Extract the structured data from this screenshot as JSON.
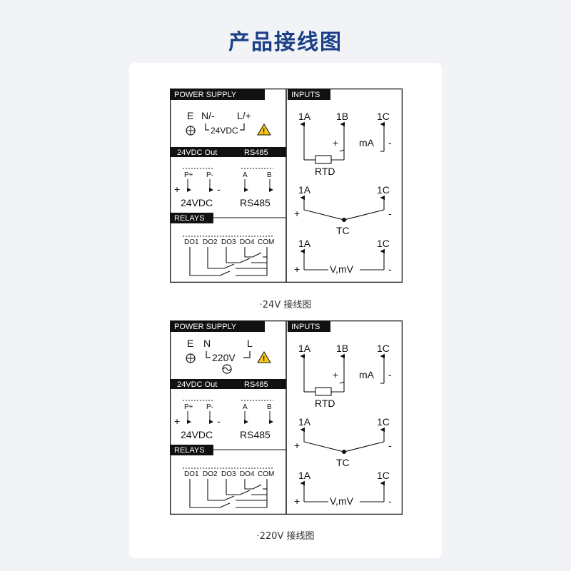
{
  "page_title": "产品接线图",
  "diagrams": [
    {
      "caption": "·24V 接线图",
      "power_header": "POWER SUPPLY",
      "inputs_header": "INPUTS",
      "out_header": "24VDC Out",
      "rs485_header": "RS485",
      "relays_header": "RELAYS",
      "terminal_e": "E",
      "terminal_n": "N/-",
      "terminal_l": "L/+",
      "supply_label": "24VDC",
      "p_plus": "P+",
      "p_minus": "P-",
      "plus": "+",
      "minus": "-",
      "term_a": "A",
      "term_b": "B",
      "out_label": "24VDC",
      "rs485_label": "RS485",
      "relays": [
        "DO1",
        "DO2",
        "DO3",
        "DO4",
        "COM"
      ],
      "in_1a": "1A",
      "in_1b": "1B",
      "in_1c": "1C",
      "ma": "mA",
      "rtd": "RTD",
      "tc": "TC",
      "vmv": "V,mV"
    },
    {
      "caption": "·220V 接线图",
      "power_header": "POWER SUPPLY",
      "inputs_header": "INPUTS",
      "out_header": "24VDC Out",
      "rs485_header": "RS485",
      "relays_header": "RELAYS",
      "terminal_e": "E",
      "terminal_n": "N",
      "terminal_l": "L",
      "supply_label": "220V",
      "p_plus": "P+",
      "p_minus": "P-",
      "plus": "+",
      "minus": "-",
      "term_a": "A",
      "term_b": "B",
      "out_label": "24VDC",
      "rs485_label": "RS485",
      "relays": [
        "DO1",
        "DO2",
        "DO3",
        "DO4",
        "COM"
      ],
      "in_1a": "1A",
      "in_1b": "1B",
      "in_1c": "1C",
      "ma": "mA",
      "rtd": "RTD",
      "tc": "TC",
      "vmv": "V,mV"
    }
  ],
  "colors": {
    "title": "#1c3f88",
    "warning": "#f5c518",
    "header_bg": "#111111"
  }
}
